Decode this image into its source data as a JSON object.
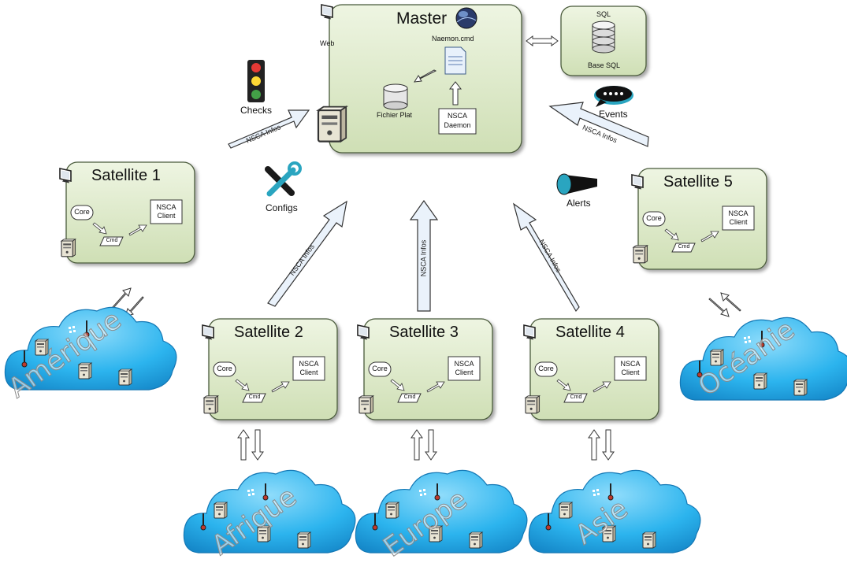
{
  "master": {
    "title": "Master",
    "web_label": "Web",
    "naemon_cmd": "Naemon.cmd",
    "fichier_plat": "Fichier Plat",
    "nsca_daemon_line1": "NSCA",
    "nsca_daemon_line2": "Daemon"
  },
  "sql": {
    "title": "SQL",
    "base": "Base SQL"
  },
  "side_labels": {
    "checks": "Checks",
    "configs": "Configs",
    "events": "Events",
    "alerts": "Alerts"
  },
  "arrow_label": "NSCA Infos",
  "satellite_parts": {
    "core": "Core",
    "cmd": "Cmd",
    "nsca_line1": "NSCA",
    "nsca_line2": "Client"
  },
  "satellites": [
    {
      "name": "Satellite 1"
    },
    {
      "name": "Satellite 2"
    },
    {
      "name": "Satellite 3"
    },
    {
      "name": "Satellite 4"
    },
    {
      "name": "Satellite 5"
    }
  ],
  "regions": [
    "Amérique",
    "Afrique",
    "Europe",
    "Asie",
    "Océanie"
  ],
  "colors": {
    "box_fill": "#dfeccb",
    "box_stroke": "#4a5a3a",
    "cloud": "#2fb6ef",
    "cloud_dark": "#1a8fd0"
  }
}
